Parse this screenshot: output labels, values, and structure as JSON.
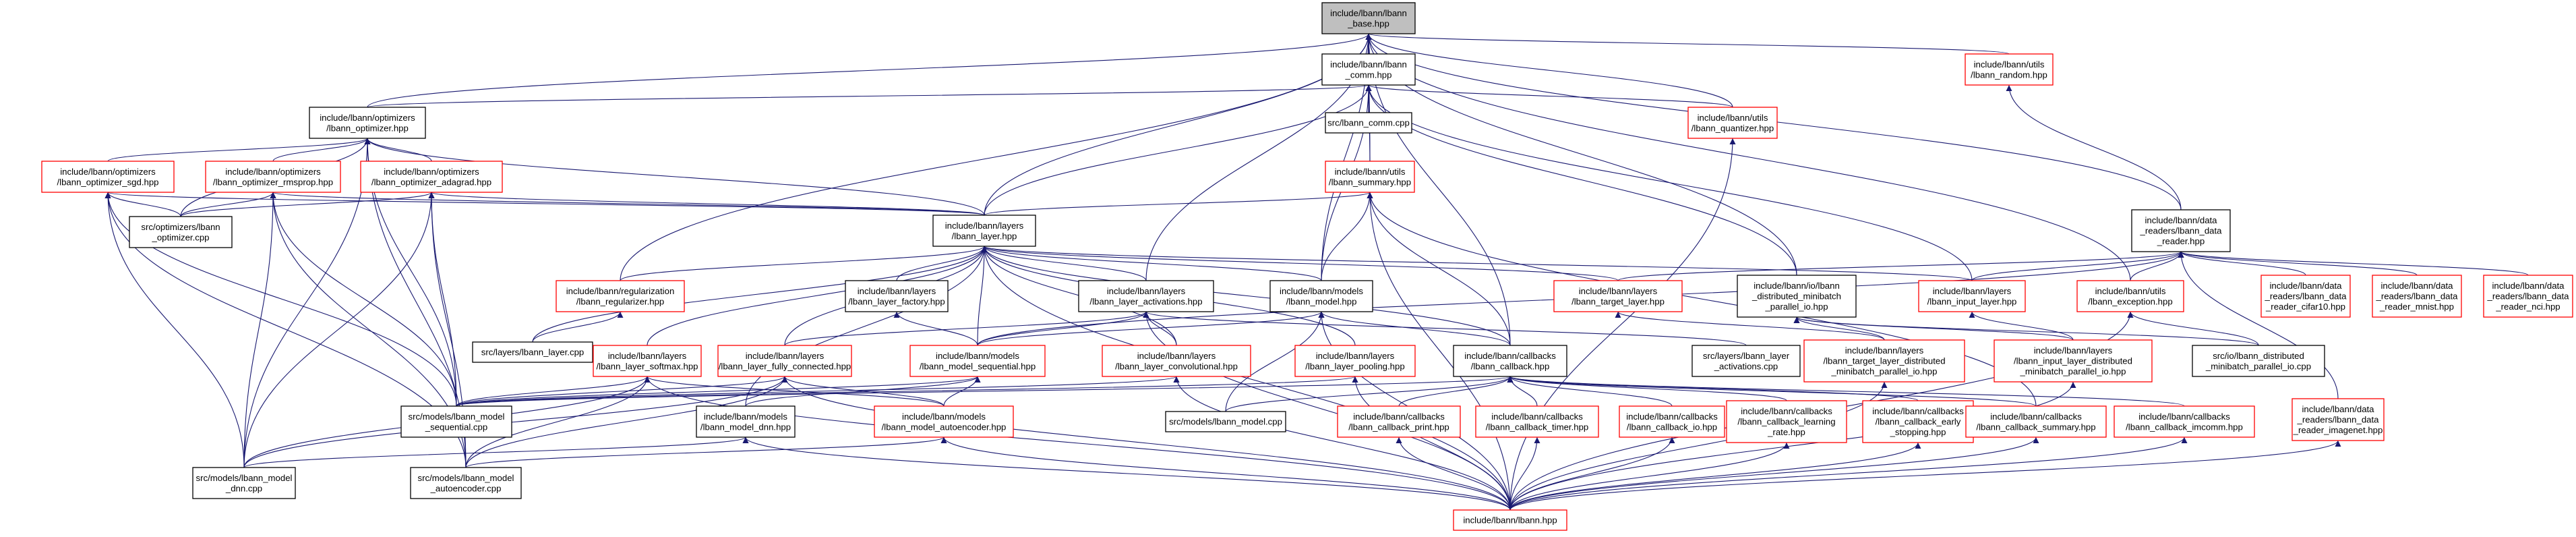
{
  "colors": {
    "edge": "#191970",
    "text": "#000000",
    "red_border": "#ff0000",
    "black_border": "#000000",
    "focus_fill": "#bfbfbf",
    "fill": "#ffffff"
  },
  "nodes": {
    "base": {
      "lines": [
        "include/lbann/lbann",
        "_base.hpp"
      ],
      "style": "focus"
    },
    "comm": {
      "lines": [
        "include/lbann/lbann",
        "_comm.hpp"
      ],
      "style": "black"
    },
    "random": {
      "lines": [
        "include/lbann/utils",
        "/lbann_random.hpp"
      ],
      "style": "red"
    },
    "optimizer": {
      "lines": [
        "include/lbann/optimizers",
        "/lbann_optimizer.hpp"
      ],
      "style": "black"
    },
    "comm_cpp": {
      "lines": [
        "src/lbann_comm.cpp"
      ],
      "style": "black"
    },
    "quantizer": {
      "lines": [
        "include/lbann/utils",
        "/lbann_quantizer.hpp"
      ],
      "style": "red"
    },
    "summary": {
      "lines": [
        "include/lbann/utils",
        "/lbann_summary.hpp"
      ],
      "style": "red"
    },
    "opt_sgd": {
      "lines": [
        "include/lbann/optimizers",
        "/lbann_optimizer_sgd.hpp"
      ],
      "style": "red"
    },
    "opt_rmsprop": {
      "lines": [
        "include/lbann/optimizers",
        "/lbann_optimizer_rmsprop.hpp"
      ],
      "style": "red"
    },
    "opt_adagrad": {
      "lines": [
        "include/lbann/optimizers",
        "/lbann_optimizer_adagrad.hpp"
      ],
      "style": "red"
    },
    "opt_cpp": {
      "lines": [
        "src/optimizers/lbann",
        "_optimizer.cpp"
      ],
      "style": "black"
    },
    "layer": {
      "lines": [
        "include/lbann/layers",
        "/lbann_layer.hpp"
      ],
      "style": "black"
    },
    "data_reader": {
      "lines": [
        "include/lbann/data",
        "_readers/lbann_data",
        "_reader.hpp"
      ],
      "style": "black"
    },
    "regularizer": {
      "lines": [
        "include/lbann/regularization",
        "/lbann_regularizer.hpp"
      ],
      "style": "red"
    },
    "layer_factory": {
      "lines": [
        "include/lbann/layers",
        "/lbann_layer_factory.hpp"
      ],
      "style": "black"
    },
    "layer_activations": {
      "lines": [
        "include/lbann/layers",
        "/lbann_layer_activations.hpp"
      ],
      "style": "black"
    },
    "model": {
      "lines": [
        "include/lbann/models",
        "/lbann_model.hpp"
      ],
      "style": "black"
    },
    "target_layer": {
      "lines": [
        "include/lbann/layers",
        "/lbann_target_layer.hpp"
      ],
      "style": "red"
    },
    "dist_minibatch": {
      "lines": [
        "include/lbann/io/lbann",
        "_distributed_minibatch",
        "_parallel_io.hpp"
      ],
      "style": "black"
    },
    "input_layer": {
      "lines": [
        "include/lbann/layers",
        "/lbann_input_layer.hpp"
      ],
      "style": "red"
    },
    "exception": {
      "lines": [
        "include/lbann/utils",
        "/lbann_exception.hpp"
      ],
      "style": "red"
    },
    "dr_cifar": {
      "lines": [
        "include/lbann/data",
        "_readers/lbann_data",
        "_reader_cifar10.hpp"
      ],
      "style": "red"
    },
    "dr_mnist": {
      "lines": [
        "include/lbann/data",
        "_readers/lbann_data",
        "_reader_mnist.hpp"
      ],
      "style": "red"
    },
    "dr_nci": {
      "lines": [
        "include/lbann/data",
        "_readers/lbann_data",
        "_reader_nci.hpp"
      ],
      "style": "red"
    },
    "layer_cpp": {
      "lines": [
        "src/layers/lbann_layer.cpp"
      ],
      "style": "black"
    },
    "softmax": {
      "lines": [
        "include/lbann/layers",
        "/lbann_layer_softmax.hpp"
      ],
      "style": "red"
    },
    "fully_connected": {
      "lines": [
        "include/lbann/layers",
        "/lbann_layer_fully_connected.hpp"
      ],
      "style": "red"
    },
    "model_sequential": {
      "lines": [
        "include/lbann/models",
        "/lbann_model_sequential.hpp"
      ],
      "style": "red"
    },
    "convolutional": {
      "lines": [
        "include/lbann/layers",
        "/lbann_layer_convolutional.hpp"
      ],
      "style": "red"
    },
    "pooling": {
      "lines": [
        "include/lbann/layers",
        "/lbann_layer_pooling.hpp"
      ],
      "style": "red"
    },
    "callback": {
      "lines": [
        "include/lbann/callbacks",
        "/lbann_callback.hpp"
      ],
      "style": "black"
    },
    "activations_cpp": {
      "lines": [
        "src/layers/lbann_layer",
        "_activations.cpp"
      ],
      "style": "black"
    },
    "target_dist": {
      "lines": [
        "include/lbann/layers",
        "/lbann_target_layer_distributed",
        "_minibatch_parallel_io.hpp"
      ],
      "style": "red"
    },
    "input_dist": {
      "lines": [
        "include/lbann/layers",
        "/lbann_input_layer_distributed",
        "_minibatch_parallel_io.hpp"
      ],
      "style": "red"
    },
    "dist_cpp": {
      "lines": [
        "src/io/lbann_distributed",
        "_minibatch_parallel_io.cpp"
      ],
      "style": "black"
    },
    "dr_imagenet": {
      "lines": [
        "include/lbann/data",
        "_readers/lbann_data",
        "_reader_imagenet.hpp"
      ],
      "style": "red"
    },
    "model_seq_cpp": {
      "lines": [
        "src/models/lbann_model",
        "_sequential.cpp"
      ],
      "style": "black"
    },
    "model_dnn": {
      "lines": [
        "include/lbann/models",
        "/lbann_model_dnn.hpp"
      ],
      "style": "black"
    },
    "model_autoencoder": {
      "lines": [
        "include/lbann/models",
        "/lbann_model_autoencoder.hpp"
      ],
      "style": "red"
    },
    "model_cpp": {
      "lines": [
        "src/models/lbann_model.cpp"
      ],
      "style": "black"
    },
    "cb_print": {
      "lines": [
        "include/lbann/callbacks",
        "/lbann_callback_print.hpp"
      ],
      "style": "red"
    },
    "cb_timer": {
      "lines": [
        "include/lbann/callbacks",
        "/lbann_callback_timer.hpp"
      ],
      "style": "red"
    },
    "cb_io": {
      "lines": [
        "include/lbann/callbacks",
        "/lbann_callback_io.hpp"
      ],
      "style": "red"
    },
    "cb_learning_rate": {
      "lines": [
        "include/lbann/callbacks",
        "/lbann_callback_learning",
        "_rate.hpp"
      ],
      "style": "red"
    },
    "cb_early": {
      "lines": [
        "include/lbann/callbacks",
        "/lbann_callback_early",
        "_stopping.hpp"
      ],
      "style": "red"
    },
    "cb_summary": {
      "lines": [
        "include/lbann/callbacks",
        "/lbann_callback_summary.hpp"
      ],
      "style": "red"
    },
    "cb_imcomm": {
      "lines": [
        "include/lbann/callbacks",
        "/lbann_callback_imcomm.hpp"
      ],
      "style": "red"
    },
    "model_dnn_cpp": {
      "lines": [
        "src/models/lbann_model",
        "_dnn.cpp"
      ],
      "style": "black"
    },
    "model_ae_cpp": {
      "lines": [
        "src/models/lbann_model",
        "_autoencoder.cpp"
      ],
      "style": "black"
    },
    "lbann": {
      "lines": [
        "include/lbann/lbann.hpp"
      ],
      "style": "red"
    }
  },
  "edges": [
    [
      "base",
      "comm"
    ],
    [
      "base",
      "random"
    ],
    [
      "base",
      "optimizer"
    ],
    [
      "base",
      "quantizer"
    ],
    [
      "base",
      "summary"
    ],
    [
      "base",
      "layer"
    ],
    [
      "base",
      "data_reader"
    ],
    [
      "base",
      "regularizer"
    ],
    [
      "base",
      "layer_activations"
    ],
    [
      "base",
      "model"
    ],
    [
      "base",
      "dist_minibatch"
    ],
    [
      "base",
      "exception"
    ],
    [
      "base",
      "callback"
    ],
    [
      "comm",
      "optimizer"
    ],
    [
      "comm",
      "comm_cpp"
    ],
    [
      "comm",
      "quantizer"
    ],
    [
      "comm",
      "summary"
    ],
    [
      "comm",
      "layer"
    ],
    [
      "comm",
      "model"
    ],
    [
      "comm",
      "dist_minibatch"
    ],
    [
      "comm",
      "input_layer"
    ],
    [
      "random",
      "data_reader"
    ],
    [
      "optimizer",
      "opt_sgd"
    ],
    [
      "optimizer",
      "opt_rmsprop"
    ],
    [
      "optimizer",
      "opt_adagrad"
    ],
    [
      "optimizer",
      "opt_cpp"
    ],
    [
      "optimizer",
      "layer"
    ],
    [
      "optimizer",
      "model_seq_cpp"
    ],
    [
      "optimizer",
      "model_dnn_cpp"
    ],
    [
      "optimizer",
      "model_ae_cpp"
    ],
    [
      "quantizer",
      "lbann"
    ],
    [
      "summary",
      "layer"
    ],
    [
      "summary",
      "model"
    ],
    [
      "summary",
      "callback"
    ],
    [
      "summary",
      "cb_summary"
    ],
    [
      "summary",
      "lbann"
    ],
    [
      "opt_sgd",
      "layer"
    ],
    [
      "opt_sgd",
      "opt_cpp"
    ],
    [
      "opt_sgd",
      "model_seq_cpp"
    ],
    [
      "opt_sgd",
      "model_dnn_cpp"
    ],
    [
      "opt_sgd",
      "model_ae_cpp"
    ],
    [
      "opt_rmsprop",
      "layer"
    ],
    [
      "opt_rmsprop",
      "opt_cpp"
    ],
    [
      "opt_rmsprop",
      "model_seq_cpp"
    ],
    [
      "opt_rmsprop",
      "model_dnn_cpp"
    ],
    [
      "opt_rmsprop",
      "model_ae_cpp"
    ],
    [
      "opt_adagrad",
      "layer"
    ],
    [
      "opt_adagrad",
      "opt_cpp"
    ],
    [
      "opt_adagrad",
      "model_seq_cpp"
    ],
    [
      "opt_adagrad",
      "model_dnn_cpp"
    ],
    [
      "opt_adagrad",
      "model_ae_cpp"
    ],
    [
      "layer",
      "regularizer"
    ],
    [
      "layer",
      "layer_factory"
    ],
    [
      "layer",
      "layer_activations"
    ],
    [
      "layer",
      "model"
    ],
    [
      "layer",
      "target_layer"
    ],
    [
      "layer",
      "input_layer"
    ],
    [
      "layer",
      "layer_cpp"
    ],
    [
      "layer",
      "softmax"
    ],
    [
      "layer",
      "fully_connected"
    ],
    [
      "layer",
      "model_sequential"
    ],
    [
      "layer",
      "convolutional"
    ],
    [
      "layer",
      "pooling"
    ],
    [
      "layer",
      "callback"
    ],
    [
      "layer",
      "model_dnn"
    ],
    [
      "layer",
      "lbann"
    ],
    [
      "data_reader",
      "target_layer"
    ],
    [
      "data_reader",
      "input_layer"
    ],
    [
      "data_reader",
      "dr_cifar"
    ],
    [
      "data_reader",
      "dr_mnist"
    ],
    [
      "data_reader",
      "dr_nci"
    ],
    [
      "data_reader",
      "dr_imagenet"
    ],
    [
      "data_reader",
      "model_sequential"
    ],
    [
      "data_reader",
      "exception"
    ],
    [
      "regularizer",
      "layer_cpp"
    ],
    [
      "layer_factory",
      "model_sequential"
    ],
    [
      "layer_activations",
      "fully_connected"
    ],
    [
      "layer_activations",
      "convolutional"
    ],
    [
      "layer_activations",
      "activations_cpp"
    ],
    [
      "layer_activations",
      "model_sequential"
    ],
    [
      "layer_activations",
      "lbann"
    ],
    [
      "model",
      "model_sequential"
    ],
    [
      "model",
      "callback"
    ],
    [
      "model",
      "model_cpp"
    ],
    [
      "model",
      "lbann"
    ],
    [
      "target_layer",
      "target_dist"
    ],
    [
      "dist_minibatch",
      "target_dist"
    ],
    [
      "dist_minibatch",
      "input_dist"
    ],
    [
      "dist_minibatch",
      "dist_cpp"
    ],
    [
      "input_layer",
      "input_dist"
    ],
    [
      "exception",
      "dist_cpp"
    ],
    [
      "exception",
      "lbann"
    ],
    [
      "dr_imagenet",
      "lbann"
    ],
    [
      "softmax",
      "model_seq_cpp"
    ],
    [
      "softmax",
      "model_dnn_cpp"
    ],
    [
      "softmax",
      "model_ae_cpp"
    ],
    [
      "softmax",
      "model_autoencoder"
    ],
    [
      "softmax",
      "lbann"
    ],
    [
      "fully_connected",
      "model_seq_cpp"
    ],
    [
      "fully_connected",
      "model_dnn_cpp"
    ],
    [
      "fully_connected",
      "model_ae_cpp"
    ],
    [
      "fully_connected",
      "model_autoencoder"
    ],
    [
      "fully_connected",
      "lbann"
    ],
    [
      "model_sequential",
      "model_dnn"
    ],
    [
      "model_sequential",
      "model_autoencoder"
    ],
    [
      "model_sequential",
      "model_seq_cpp"
    ],
    [
      "convolutional",
      "model_seq_cpp"
    ],
    [
      "convolutional",
      "lbann"
    ],
    [
      "pooling",
      "model_seq_cpp"
    ],
    [
      "pooling",
      "lbann"
    ],
    [
      "callback",
      "cb_print"
    ],
    [
      "callback",
      "cb_timer"
    ],
    [
      "callback",
      "cb_io"
    ],
    [
      "callback",
      "cb_learning_rate"
    ],
    [
      "callback",
      "cb_early"
    ],
    [
      "callback",
      "cb_summary"
    ],
    [
      "callback",
      "cb_imcomm"
    ],
    [
      "callback",
      "model_seq_cpp"
    ],
    [
      "callback",
      "model_cpp"
    ],
    [
      "target_dist",
      "lbann"
    ],
    [
      "input_dist",
      "lbann"
    ],
    [
      "model_dnn",
      "model_dnn_cpp"
    ],
    [
      "model_dnn",
      "lbann"
    ],
    [
      "model_autoencoder",
      "model_ae_cpp"
    ],
    [
      "model_autoencoder",
      "lbann"
    ],
    [
      "cb_print",
      "lbann"
    ],
    [
      "cb_timer",
      "lbann"
    ],
    [
      "cb_io",
      "lbann"
    ],
    [
      "cb_learning_rate",
      "lbann"
    ],
    [
      "cb_early",
      "lbann"
    ],
    [
      "cb_summary",
      "lbann"
    ],
    [
      "cb_imcomm",
      "lbann"
    ]
  ]
}
